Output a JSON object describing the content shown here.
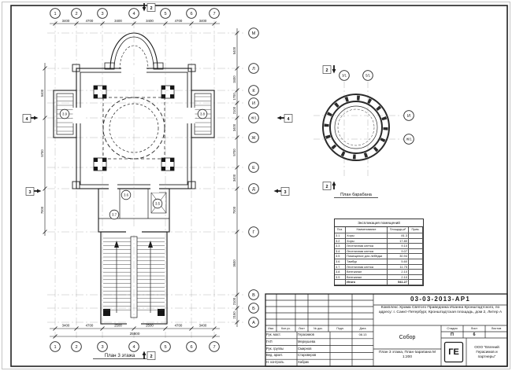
{
  "sheet": {
    "doc_number": "03-03-2013-АР1",
    "project": "Комплекс Храма Святого Праведника Иоанна Кронштадтского, по адресу: г. Санкт-Петербург, Кронштадтская площадь, дом 2, Литер А",
    "object_name": "Собор",
    "sheet_title": "План 3 этажа, План барабана М 1:200",
    "stage": {
      "label": "Стадия",
      "value": "П"
    },
    "sheet_no": {
      "label": "Лист",
      "value": "6"
    },
    "sheets_total": {
      "label": "Листов",
      "value": ""
    },
    "company": "ООО \"Евгений Герасимов и партнеры\"",
    "logo": "ГЕ",
    "columns_header": [
      "Изм.",
      "Кол.уч.",
      "Лист",
      "№ док.",
      "Подп.",
      "Дата"
    ],
    "staff": [
      {
        "role": "Рук. маст.",
        "name": "Герасимов",
        "date": "08.13"
      },
      {
        "role": "ГАП",
        "name": "Меркушева",
        "date": ""
      },
      {
        "role": "Рук. группы",
        "name": "Смирнов",
        "date": ""
      },
      {
        "role": "Вед. архит.",
        "name": "Староверов",
        "date": ""
      },
      {
        "role": "Н. контроль",
        "name": "Хабрик",
        "date": ""
      }
    ]
  },
  "floor_plan": {
    "caption": "План 3 этажа",
    "axes_v": [
      "1",
      "2",
      "3",
      "4",
      "5",
      "6",
      "7"
    ],
    "axes_h": [
      "М",
      "Л",
      "К",
      "И",
      "Ж/1",
      "Ж",
      "Е",
      "Д",
      "Г",
      "В",
      "Б",
      "А"
    ],
    "dims_top": [
      "3400",
      "4700",
      "3400",
      "3400",
      "4700",
      "3400"
    ],
    "dims_bottom": [
      "3400",
      "4700",
      "2500",
      "2500",
      "4700",
      "3400"
    ],
    "dim_bottom_total": "25800",
    "dims_right": [
      "5400",
      "3400",
      "1700",
      "2100",
      "3400",
      "5700",
      "3400",
      "7000",
      "3600",
      "2100",
      "2150"
    ],
    "dims_left": [
      "5400",
      "5700",
      "7000"
    ],
    "room_tags": [
      "3.9",
      "3.8",
      "3.6",
      "3.7",
      "3.5"
    ],
    "section_marks": [
      "2",
      "3",
      "4"
    ]
  },
  "drum_plan": {
    "caption": "План барабана",
    "axes_v": [
      "3/1",
      "5/1"
    ],
    "axes_h": [
      "И",
      "Ж/1"
    ],
    "section_mark": "2"
  },
  "schedule": {
    "title": "Экспликация помещений",
    "headers": [
      "Поз.",
      "Наименование",
      "Площадь,м²",
      "Прим."
    ],
    "rows": [
      [
        "3.1",
        "Хоры",
        "81.3"
      ],
      [
        "3.2",
        "Хоры",
        "17.80"
      ],
      [
        "3.3",
        "Лестничная клетка",
        "9.10"
      ],
      [
        "3.4",
        "Лестничная клетка",
        "9.07"
      ],
      [
        "3.5",
        "Помещение для лебёдки",
        "30.94"
      ],
      [
        "3.6",
        "Тамбур",
        "5.60"
      ],
      [
        "3.7",
        "Лестничная клетка",
        "11.75"
      ],
      [
        "3.8",
        "Вентканал",
        "2.10"
      ],
      [
        "3.9",
        "Вентканал",
        "2.10"
      ]
    ],
    "total": {
      "label": "Итого",
      "value": "541.27"
    }
  }
}
